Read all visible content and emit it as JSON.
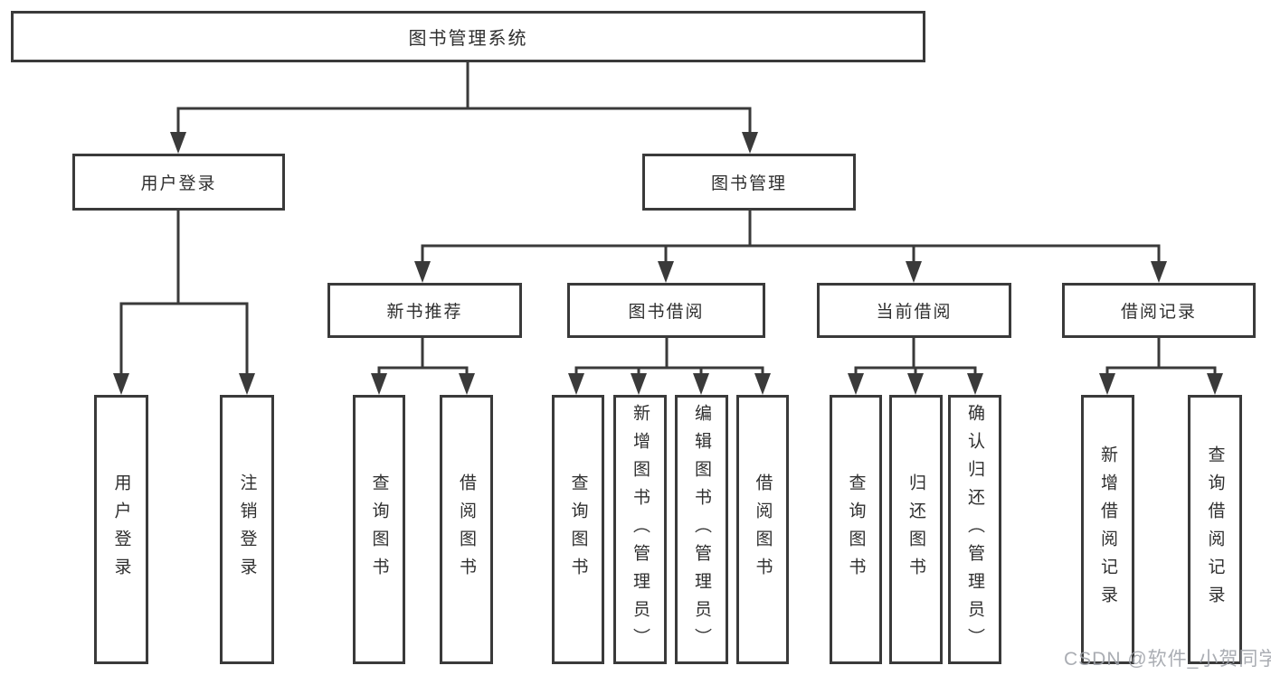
{
  "diagram_title": "图书管理系统",
  "watermark": "CSDN @软件_小贺同学",
  "colors": {
    "line": "#3a3a3a",
    "box_border": "#3a3a3a",
    "text": "#2f2f2f",
    "background": "#ffffff",
    "watermark": "#9ea2a8"
  },
  "tree": {
    "root": {
      "label": "图书管理系统"
    },
    "branches": [
      {
        "label": "用户登录",
        "children": [
          {
            "label": "用户登录"
          },
          {
            "label": "注销登录"
          }
        ]
      },
      {
        "label": "图书管理",
        "children": [
          {
            "label": "新书推荐",
            "children": [
              {
                "label": "查询图书"
              },
              {
                "label": "借阅图书"
              }
            ]
          },
          {
            "label": "图书借阅",
            "children": [
              {
                "label": "查询图书"
              },
              {
                "label": "新增图书（管理员）"
              },
              {
                "label": "编辑图书（管理员）"
              },
              {
                "label": "借阅图书"
              }
            ]
          },
          {
            "label": "当前借阅",
            "children": [
              {
                "label": "查询图书"
              },
              {
                "label": "归还图书"
              },
              {
                "label": "确认归还（管理员）"
              }
            ]
          },
          {
            "label": "借阅记录",
            "children": [
              {
                "label": "新增借阅记录"
              },
              {
                "label": "查询借阅记录"
              }
            ]
          }
        ]
      }
    ]
  }
}
